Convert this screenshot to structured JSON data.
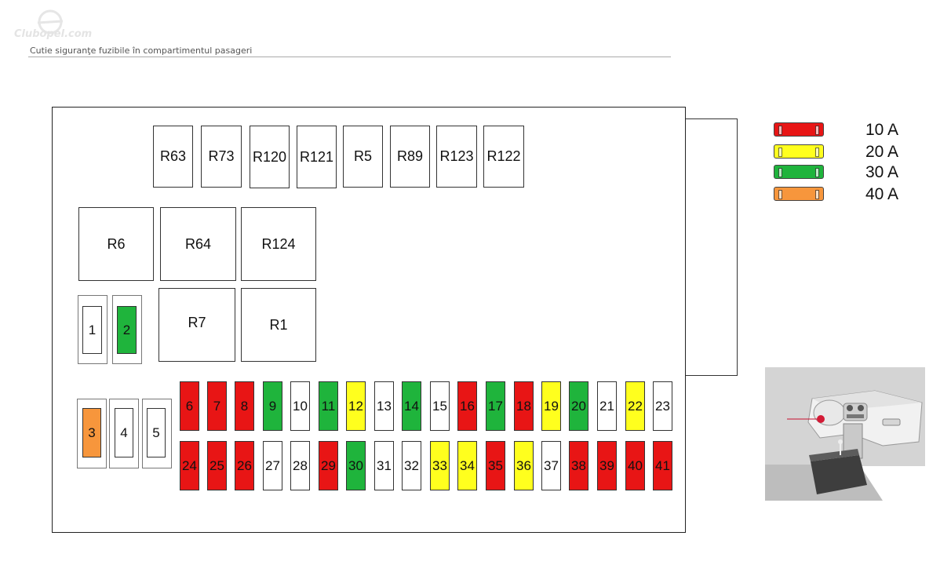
{
  "header": {
    "logo_text": "Clubopel.com",
    "subtitle": "Cutie siguranţe fuzibile în compartimentul pasageri"
  },
  "colors": {
    "red": "#e81515",
    "yellow": "#ffff1e",
    "green": "#1fb43c",
    "orange": "#f7963c",
    "white": "#ffffff"
  },
  "legend": [
    {
      "label": "10 A",
      "color": "red"
    },
    {
      "label": "20 A",
      "color": "yellow"
    },
    {
      "label": "30 A",
      "color": "green"
    },
    {
      "label": "40 A",
      "color": "orange"
    }
  ],
  "relays": {
    "top_row": [
      "R63",
      "R73",
      "R120",
      "R121",
      "R5",
      "R89",
      "R123",
      "R122"
    ],
    "mid_row": [
      "R6",
      "R64",
      "R124"
    ],
    "low_row": [
      "R7",
      "R1"
    ]
  },
  "fuses": {
    "1": "white",
    "2": "green",
    "3": "orange",
    "4": "white",
    "5": "white",
    "6": "red",
    "7": "red",
    "8": "red",
    "9": "green",
    "10": "white",
    "11": "green",
    "12": "yellow",
    "13": "white",
    "14": "green",
    "15": "white",
    "16": "red",
    "17": "green",
    "18": "red",
    "19": "yellow",
    "20": "green",
    "21": "white",
    "22": "yellow",
    "23": "white",
    "24": "red",
    "25": "red",
    "26": "red",
    "27": "white",
    "28": "white",
    "29": "red",
    "30": "green",
    "31": "white",
    "32": "white",
    "33": "yellow",
    "34": "yellow",
    "35": "red",
    "36": "yellow",
    "37": "white",
    "38": "red",
    "39": "red",
    "40": "red",
    "41": "red"
  }
}
